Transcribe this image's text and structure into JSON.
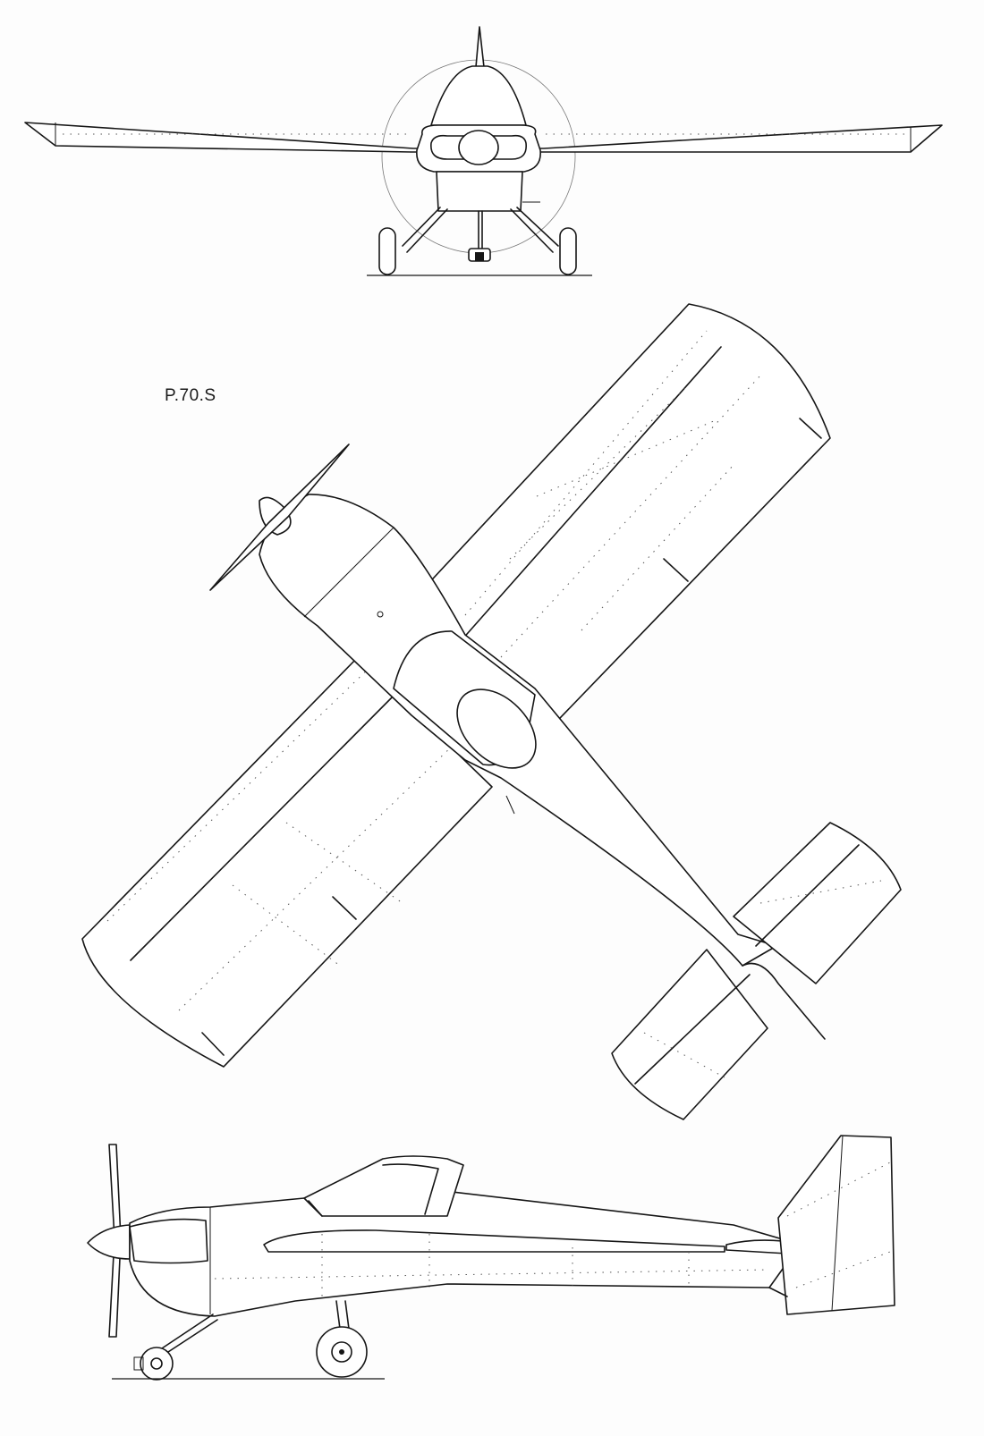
{
  "drawing": {
    "designation": "P.70.S"
  },
  "views": [
    {
      "name": "front-view"
    },
    {
      "name": "plan-view"
    },
    {
      "name": "side-view"
    }
  ]
}
